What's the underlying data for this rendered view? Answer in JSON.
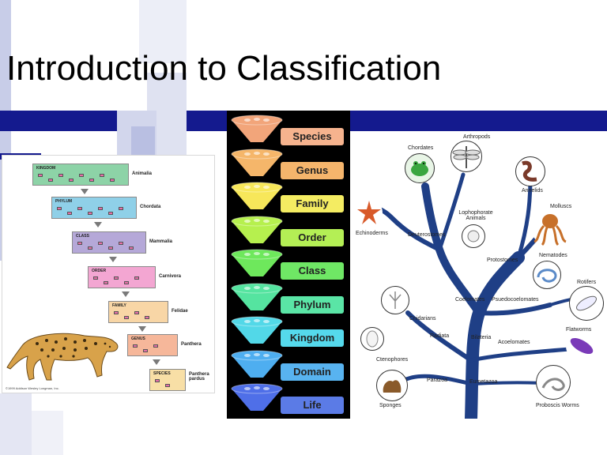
{
  "slide": {
    "title": "Introduction to Classification"
  },
  "left_diagram": {
    "ranks": [
      {
        "title": "KINGDOM",
        "name": "Animalia",
        "color": "#8dd3a7"
      },
      {
        "title": "PHYLUM",
        "name": "Chordata",
        "color": "#8fd0e8"
      },
      {
        "title": "CLASS",
        "name": "Mammalia",
        "color": "#b5a8d8"
      },
      {
        "title": "ORDER",
        "name": "Carnivora",
        "color": "#f3a6d2"
      },
      {
        "title": "FAMILY",
        "name": "Felidae",
        "color": "#f8d6a6"
      },
      {
        "title": "GENUS",
        "name": "Panthera",
        "color": "#f6b79a"
      },
      {
        "title": "SPECIES",
        "name": "Panthera pardus",
        "color": "#f8dfa6"
      }
    ],
    "copyright": "©1999 Addison Wesley Longman, Inc."
  },
  "funnel": {
    "levels": [
      {
        "label": "Species",
        "color": "#f2a57a",
        "box": "#f6b38e"
      },
      {
        "label": "Genus",
        "color": "#f5b66a",
        "box": "#f5b56c"
      },
      {
        "label": "Family",
        "color": "#f7e75a",
        "box": "#f4ec62"
      },
      {
        "label": "Order",
        "color": "#b6f04e",
        "box": "#b4ef55"
      },
      {
        "label": "Class",
        "color": "#6ee85c",
        "box": "#6fe765"
      },
      {
        "label": "Phylum",
        "color": "#55e4a0",
        "box": "#5ae5a6"
      },
      {
        "label": "Kingdom",
        "color": "#52d8e8",
        "box": "#55d9ec"
      },
      {
        "label": "Domain",
        "color": "#4eaef0",
        "box": "#58b3f0"
      },
      {
        "label": "Life",
        "color": "#4f6fe8",
        "box": "#5b7be6"
      }
    ]
  },
  "tree": {
    "labels": {
      "chordates": "Chordates",
      "arthropods": "Arthropods",
      "annelids": "Annelids",
      "molluscs": "Molluscs",
      "lophophorate": "Lophophorate Animals",
      "echinoderms": "Echinoderms",
      "deuterostomes": "Deuterostomes",
      "protostomes": "Protostomes",
      "nematodes": "Nematodes",
      "rotifers": "Rotifers",
      "coelomates": "Coelomates",
      "pseudocoelomates": "Psuedocoelomates",
      "cnidarians": "Cnidarians",
      "radiata": "Radiata",
      "bilateria": "Bilateria",
      "acoelomates": "Acoelomates",
      "flatworms": "Flatworms",
      "ctenophores": "Ctenophores",
      "parazoa": "Parazoa",
      "eumetazoa": "Eumetazoa",
      "sponges": "Sponges",
      "proboscis_worms": "Proboscis Worms"
    },
    "branch_color": "#1f3f86"
  }
}
